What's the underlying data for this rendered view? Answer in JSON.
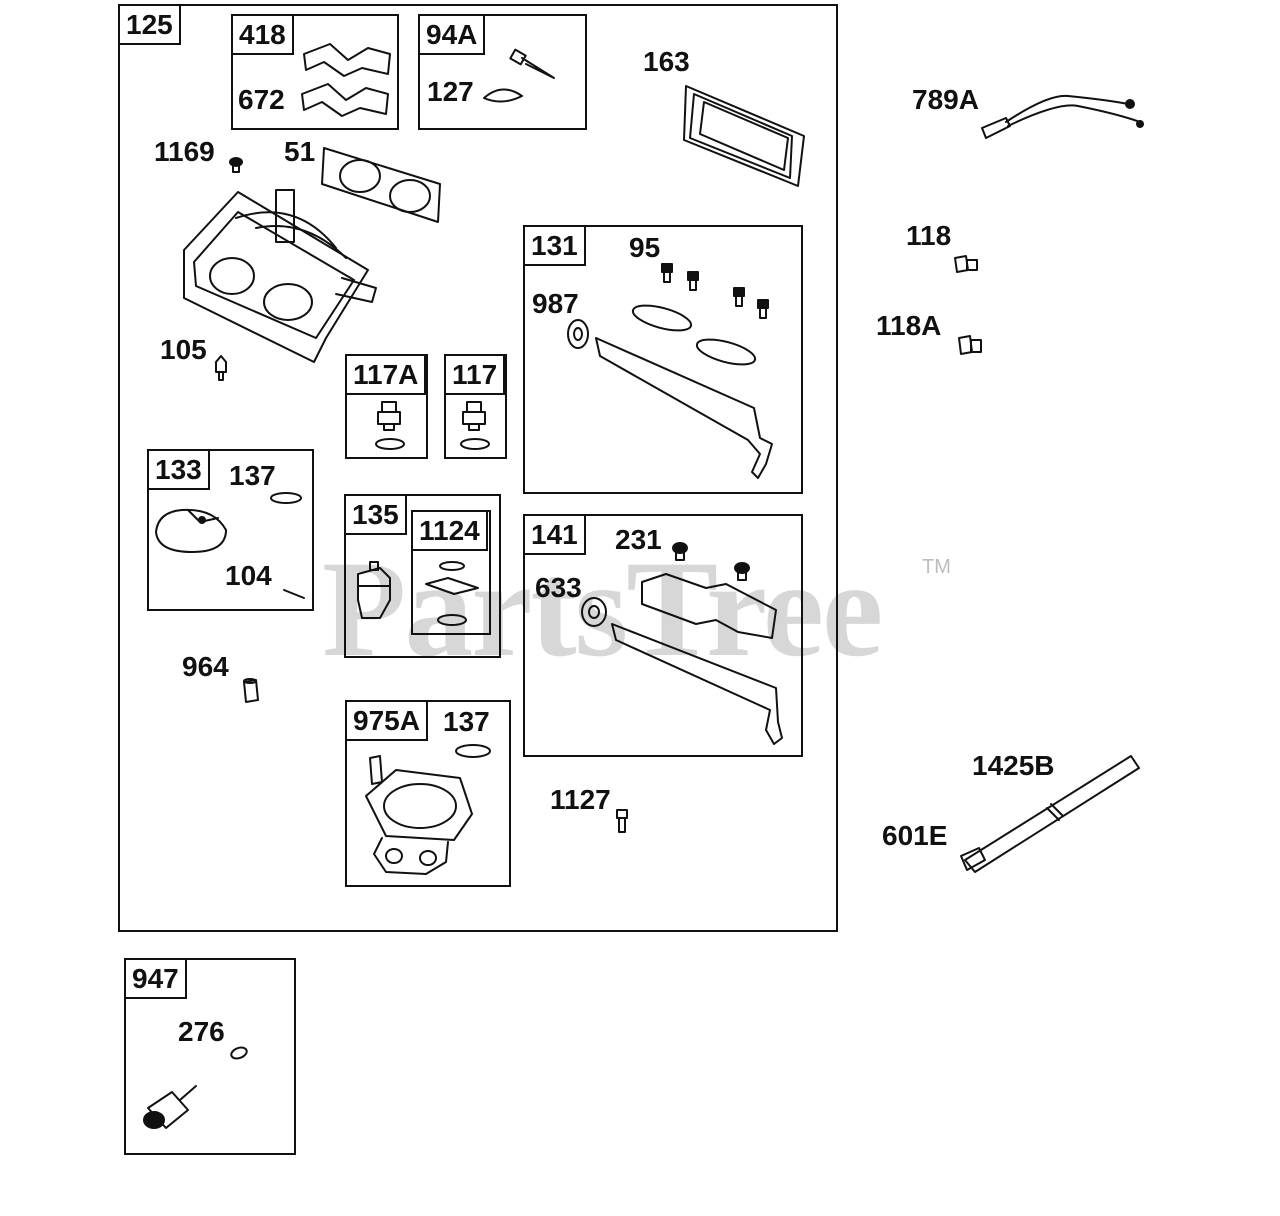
{
  "watermark": {
    "text": "PartsTree",
    "tm": "TM"
  },
  "groups": {
    "g125": "125",
    "g418": "418",
    "g94a": "94A",
    "g131": "131",
    "g117a": "117A",
    "g117": "117",
    "g133": "133",
    "g135": "135",
    "g1124": "1124",
    "g141": "141",
    "g975a": "975A",
    "g947": "947"
  },
  "parts": {
    "p672": "672",
    "p127": "127",
    "p163": "163",
    "p1169": "1169",
    "p51": "51",
    "p95": "95",
    "p987": "987",
    "p105": "105",
    "p137a": "137",
    "p104": "104",
    "p231": "231",
    "p633": "633",
    "p964": "964",
    "p137b": "137",
    "p1127": "1127",
    "p276": "276",
    "p789a": "789A",
    "p118": "118",
    "p118a": "118A",
    "p1425b": "1425B",
    "p601e": "601E"
  }
}
